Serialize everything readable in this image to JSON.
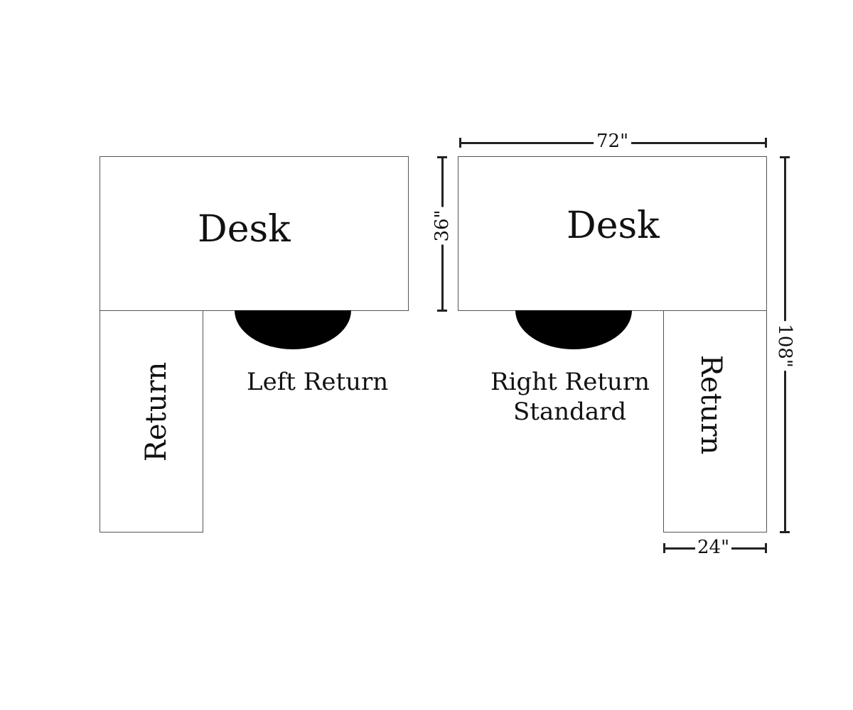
{
  "left_config": {
    "desk_label": "Desk",
    "return_label": "Return",
    "caption": "Left Return"
  },
  "right_config": {
    "desk_label": "Desk",
    "return_label": "Return",
    "caption_line1": "Right Return",
    "caption_line2": "Standard"
  },
  "dimensions": {
    "desk_width": "72\"",
    "desk_depth": "36\"",
    "total_length": "108\"",
    "return_width": "24\""
  }
}
